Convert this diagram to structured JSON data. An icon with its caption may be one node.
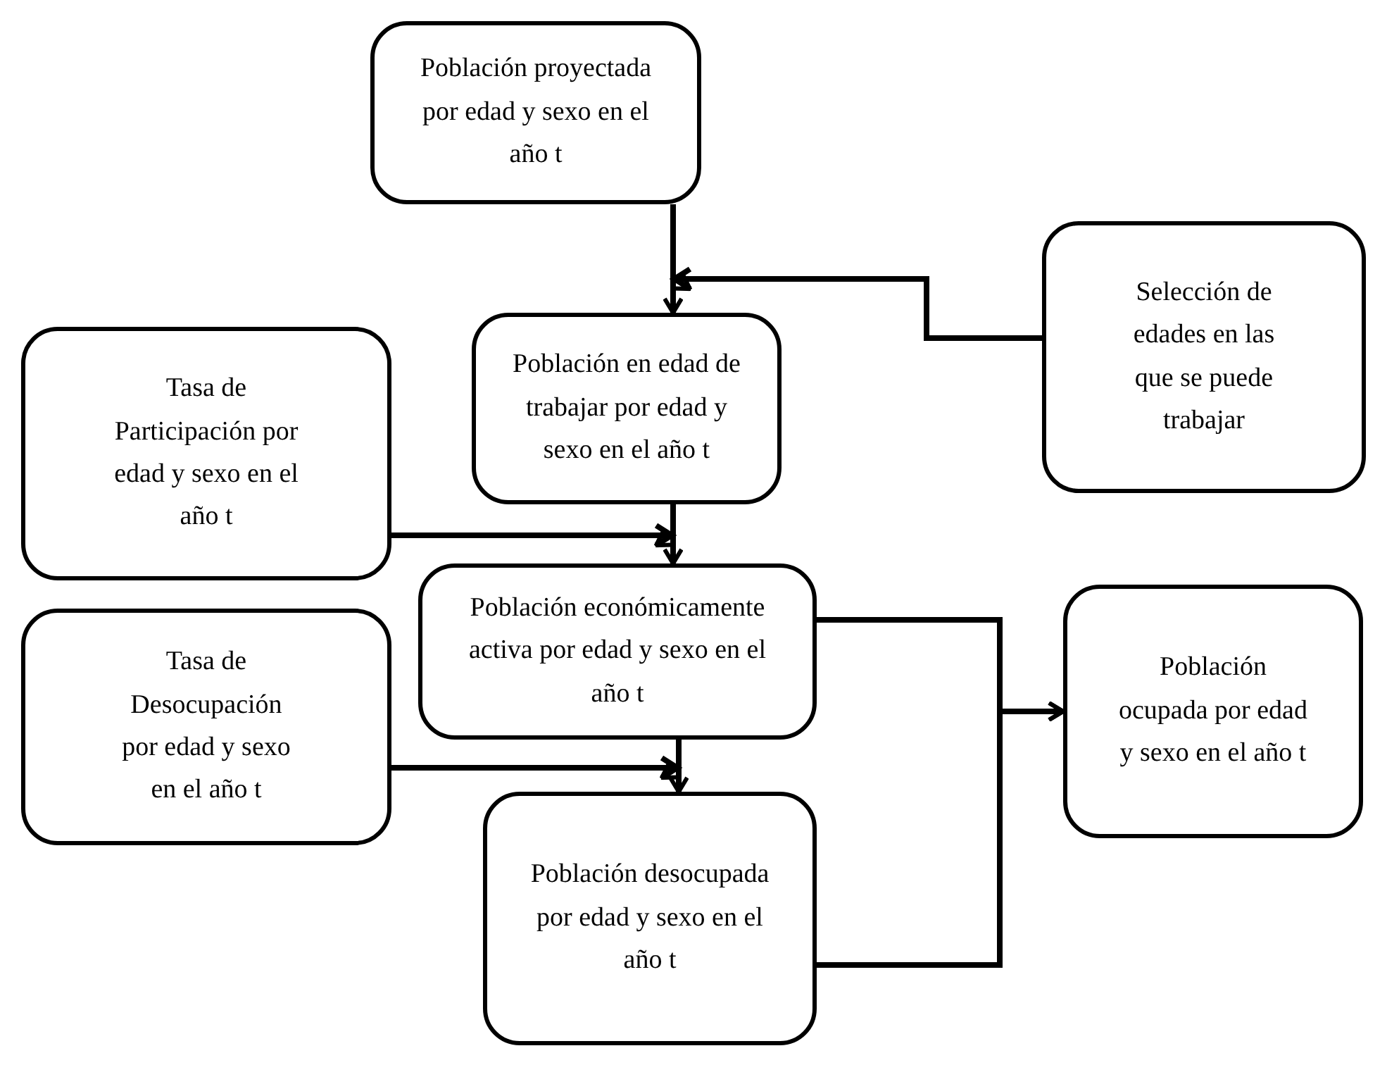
{
  "diagram": {
    "nodes": [
      {
        "text": [
          "Población proyectada por edad y sexo en el año t"
        ]
      },
      {
        "text": [
          "Selección de edades en las que se puede trabajar"
        ]
      },
      {
        "text": [
          "Tasa de Participación por edad y sexo en el año t"
        ]
      },
      {
        "text": [
          "Población en edad de trabajar por edad y sexo en el año t"
        ]
      },
      {
        "text": [
          "Población económicamente activa por edad y sexo en el año t"
        ]
      },
      {
        "text": [
          "Tasa de Desocupación por edad y sexo en el año t"
        ]
      },
      {
        "text": [
          "Población ocupada por edad y sexo en el año t"
        ]
      },
      {
        "text": [
          "Población desocupada por edad y sexo en el año t"
        ]
      }
    ],
    "edges": [
      {
        "from": 0,
        "to": 3,
        "arrow": "to"
      },
      {
        "from": 1,
        "to": 3,
        "arrow": "to"
      },
      {
        "from": 3,
        "to": 4,
        "arrow": "to"
      },
      {
        "from": 2,
        "to": 4,
        "arrow": "to"
      },
      {
        "from": 4,
        "to": 7,
        "arrow": "to"
      },
      {
        "from": 5,
        "to": 7,
        "arrow": "to"
      },
      {
        "from": 4,
        "to": 6,
        "arrow": "to"
      },
      {
        "from": 7,
        "to": 6,
        "arrow": "to"
      }
    ]
  }
}
